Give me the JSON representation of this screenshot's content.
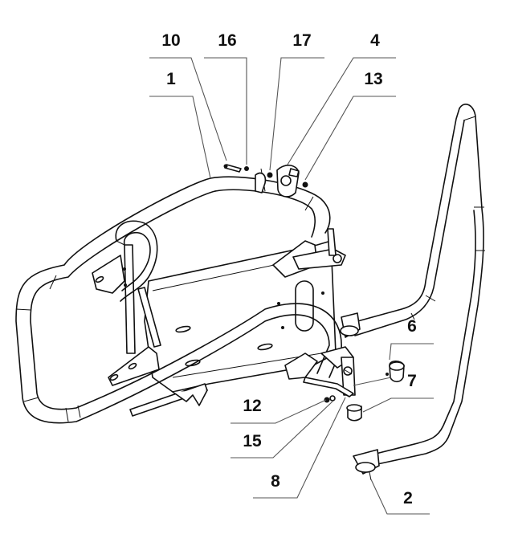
{
  "diagram": {
    "title": "Exploded parts view",
    "callouts": [
      {
        "id": "c10",
        "number": "10"
      },
      {
        "id": "c16",
        "number": "16"
      },
      {
        "id": "c17",
        "number": "17"
      },
      {
        "id": "c4",
        "number": "4"
      },
      {
        "id": "c1",
        "number": "1"
      },
      {
        "id": "c13",
        "number": "13"
      },
      {
        "id": "c6",
        "number": "6"
      },
      {
        "id": "c7",
        "number": "7"
      },
      {
        "id": "c12",
        "number": "12"
      },
      {
        "id": "c15",
        "number": "15"
      },
      {
        "id": "c8",
        "number": "8"
      },
      {
        "id": "c2",
        "number": "2"
      }
    ],
    "colors": {
      "line": "#111111",
      "leader": "#555555",
      "background": "#ffffff"
    }
  }
}
